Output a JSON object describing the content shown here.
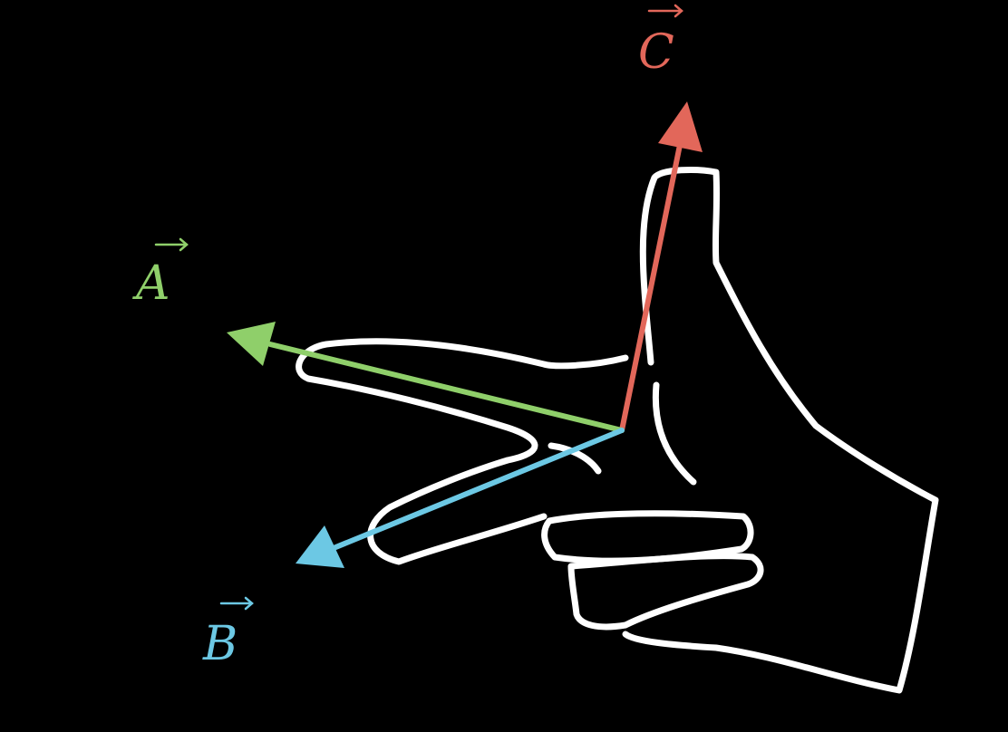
{
  "vectors": {
    "A": {
      "label": "A",
      "color": "#8fcf6a"
    },
    "B": {
      "label": "B",
      "color": "#6cc8e4"
    },
    "C": {
      "label": "C",
      "color": "#e2675a"
    }
  },
  "background_color": "#000000",
  "outline_color": "#ffffff"
}
